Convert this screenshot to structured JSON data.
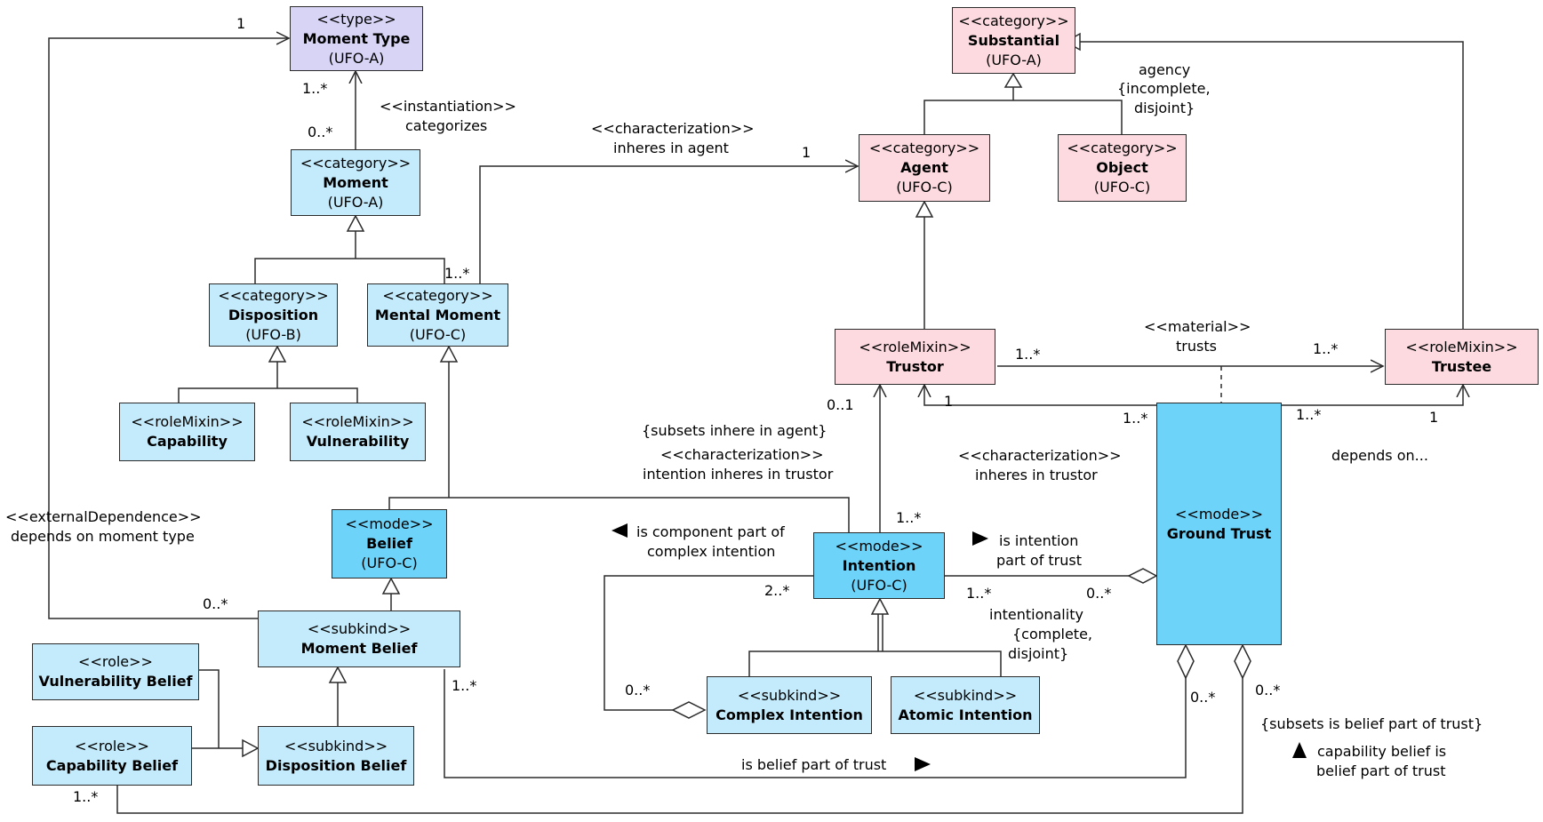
{
  "classes": {
    "moment_type": {
      "stereotype": "<<type>>",
      "name": "Moment Type",
      "ufo": "(UFO-A)",
      "fill": "#d7d4f6"
    },
    "substantial": {
      "stereotype": "<<category>>",
      "name": "Substantial",
      "ufo": "(UFO-A)",
      "fill": "#fcdadf"
    },
    "moment": {
      "stereotype": "<<category>>",
      "name": "Moment",
      "ufo": "(UFO-A)",
      "fill": "#c4ebfb"
    },
    "agent": {
      "stereotype": "<<category>>",
      "name": "Agent",
      "ufo": "(UFO-C)",
      "fill": "#fcdadf"
    },
    "object": {
      "stereotype": "<<category>>",
      "name": "Object",
      "ufo": "(UFO-C)",
      "fill": "#fcdadf"
    },
    "disposition": {
      "stereotype": "<<category>>",
      "name": "Disposition",
      "ufo": "(UFO-B)",
      "fill": "#c4ebfb"
    },
    "mental_moment": {
      "stereotype": "<<category>>",
      "name": "Mental Moment",
      "ufo": "(UFO-C)",
      "fill": "#c4ebfb"
    },
    "capability": {
      "stereotype": "<<roleMixin>>",
      "name": "Capability",
      "fill": "#c4ebfb"
    },
    "vulnerability": {
      "stereotype": "<<roleMixin>>",
      "name": "Vulnerability",
      "fill": "#c4ebfb"
    },
    "trustor": {
      "stereotype": "<<roleMixin>>",
      "name": "Trustor",
      "fill": "#fcdadf"
    },
    "trustee": {
      "stereotype": "<<roleMixin>>",
      "name": "Trustee",
      "fill": "#fcdadf"
    },
    "belief": {
      "stereotype": "<<mode>>",
      "name": "Belief",
      "ufo": "(UFO-C)",
      "fill": "#6dd3f9"
    },
    "intention": {
      "stereotype": "<<mode>>",
      "name": "Intention",
      "ufo": "(UFO-C)",
      "fill": "#6dd3f9"
    },
    "ground_trust": {
      "stereotype": "<<mode>>",
      "name": "Ground Trust",
      "fill": "#6dd3f9"
    },
    "moment_belief": {
      "stereotype": "<<subkind>>",
      "name": "Moment Belief",
      "fill": "#c4ebfb"
    },
    "vulnerability_belief": {
      "stereotype": "<<role>>",
      "name": "Vulnerability Belief",
      "fill": "#c4ebfb"
    },
    "capability_belief": {
      "stereotype": "<<role>>",
      "name": "Capability Belief",
      "fill": "#c4ebfb"
    },
    "disposition_belief": {
      "stereotype": "<<subkind>>",
      "name": "Disposition Belief",
      "fill": "#c4ebfb"
    },
    "complex_intention": {
      "stereotype": "<<subkind>>",
      "name": "Complex Intention",
      "fill": "#c4ebfb"
    },
    "atomic_intention": {
      "stereotype": "<<subkind>>",
      "name": "Atomic Intention",
      "fill": "#c4ebfb"
    }
  },
  "labels": {
    "mult_1_momenttype": "1",
    "mult_1star_momenttype": "1..*",
    "mult_0star_moment": "0..*",
    "instantiation_stereo": "<<instantiation>>",
    "instantiation_name": "categorizes",
    "characterization_agent_stereo": "<<characterization>>",
    "characterization_agent_name": "inheres in agent",
    "mult_1_agent": "1",
    "mult_1star_mental": "1..*",
    "agency_line1": "agency",
    "agency_line2": "{incomplete,",
    "agency_line3": "disjoint}",
    "material_stereo": "<<material>>",
    "material_name": "trusts",
    "mult_1star_trustor_out": "1..*",
    "mult_1star_trustee_in": "1..*",
    "mult_01_trustor": "0..1",
    "mult_1_trustor": "1",
    "mult_1star_gt_left": "1..*",
    "mult_1star_gt_right": "1..*",
    "mult_1_trustee": "1",
    "subsets_agent": "{subsets inhere in agent}",
    "char_trustor_stereo": "<<characterization>>",
    "char_trustor_name": "intention inheres in trustor",
    "char_gt_stereo": "<<characterization>>",
    "char_gt_name": "inheres in trustor",
    "depends_on": "depends on...",
    "ext_dep_stereo": "<<externalDependence>>",
    "ext_dep_name": "depends on moment type",
    "mult_1star_intention_top": "1..*",
    "component_line1": "is component part of",
    "component_line2": "complex intention",
    "intention_part_line1": "is intention",
    "intention_part_line2": "part of trust",
    "mult_0star_moment_belief": "0..*",
    "mult_2star": "2..*",
    "mult_1star_intention_right": "1..*",
    "mult_0star_gt_intention": "0..*",
    "intentionality_line1": "intentionality",
    "intentionality_line2": "{complete,",
    "intentionality_line3": "disjoint}",
    "mult_0star_complex": "0..*",
    "mult_1star_moment_belief": "1..*",
    "mult_0star_gt_belief": "0..*",
    "mult_0star_gt_cap": "0..*",
    "subsets_belief": "{subsets is belief part of trust}",
    "cap_belief_line1": "capability belief is",
    "cap_belief_line2": "belief part of trust",
    "belief_part": "is belief part of trust",
    "mult_1star_cap_belief": "1..*"
  }
}
